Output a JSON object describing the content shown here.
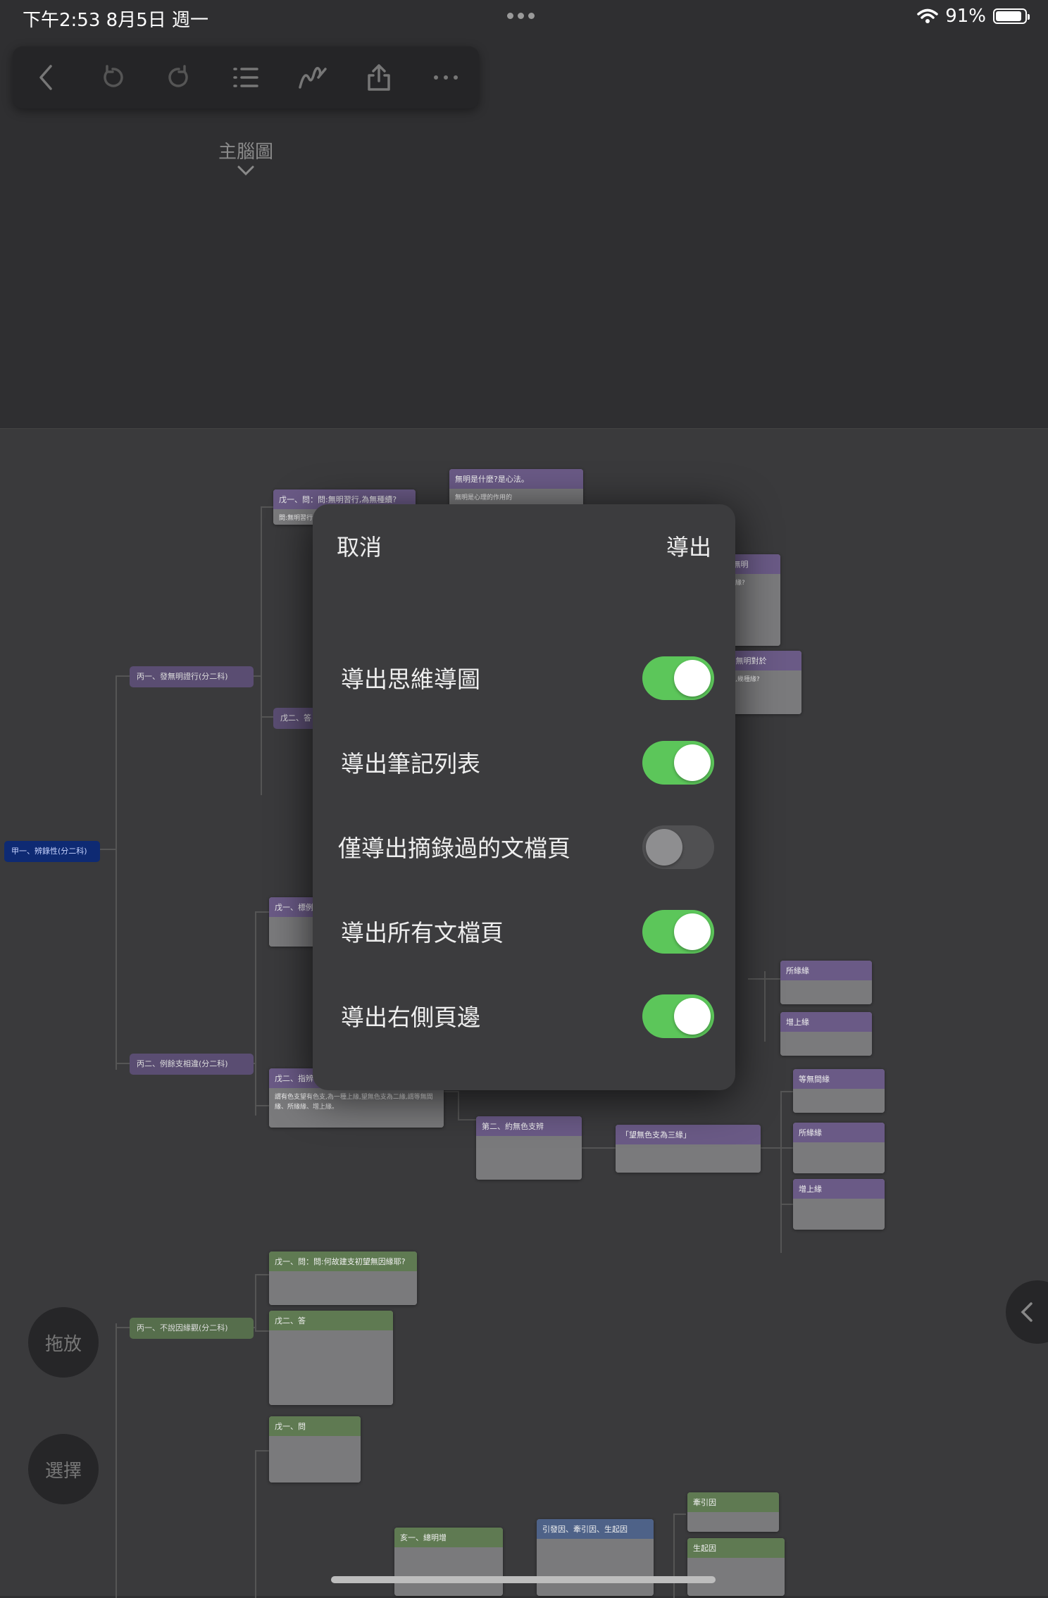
{
  "status_bar": {
    "time": "下午2:53   8月5日 週一",
    "battery": "91%",
    "battery_level": 0.91
  },
  "toolbar": {
    "icons": [
      "back-icon",
      "undo-icon",
      "redo-icon",
      "list-icon",
      "pen-icon",
      "share-icon",
      "more-icon"
    ]
  },
  "map": {
    "title": "主腦圖"
  },
  "mindmap": {
    "root": "甲一、辨錄性(分二科)",
    "branch1": "丙一、發無明證行(分二科)",
    "branch2": "丙二、例餘支相違(分二科)",
    "branch3": "丙一、不說因緣觀(分二科)",
    "n1": "戊一、問：問:無明習行,為無種續?",
    "n1_body": "問:無明習行,為無種續?",
    "n2": "無明是什麼?是心法。",
    "n2_body": "無明是心理的作用的",
    "n3": "戊二、答",
    "n4": "戊一、標例",
    "n5": "戊二、指辨",
    "n5_body": "謂有色支望有色支,為一種上緣,望無色支為二緣,謂等無間緣、所緣緣、增上緣。",
    "n6": "第二、約無色支辨",
    "n7": "「望無色支為三緣」",
    "n8": "所緣緣",
    "n9": "增上緣",
    "n10": "等無間緣",
    "n11": "所緣緣",
    "n12": "增上緣",
    "g1": "戊一、問：問:何故建支初望無因緣耶?",
    "g2": "戊二、答",
    "g3": "戊一、問",
    "g4": "亥一、總明增",
    "g5": "引發因、牽引因、生起因",
    "g6": "牽引因",
    "g7": "生起因",
    "frag1": "...這個無明",
    "frag2": "它有幾種緣?",
    "frag3": "三緣」,無明對於",
    "frag4": "行起發行,幾種緣?"
  },
  "float_buttons": {
    "drag": "拖放",
    "select": "選擇"
  },
  "modal": {
    "cancel": "取消",
    "export": "導出",
    "options": [
      {
        "label": "導出思維導圖",
        "on": true
      },
      {
        "label": "導出筆記列表",
        "on": true
      },
      {
        "label": "僅導出摘錄過的文檔頁",
        "on": false
      },
      {
        "label": "導出所有文檔頁",
        "on": true
      },
      {
        "label": "導出右側頁邊",
        "on": true
      }
    ]
  },
  "colors": {
    "toggle_on": "#5cc65a",
    "toggle_off": "#505052",
    "modal_bg": "#3c3c3e",
    "node_purple": "#6a5a86",
    "node_green": "#5f7a52",
    "root_navy": "#0e2a73"
  }
}
